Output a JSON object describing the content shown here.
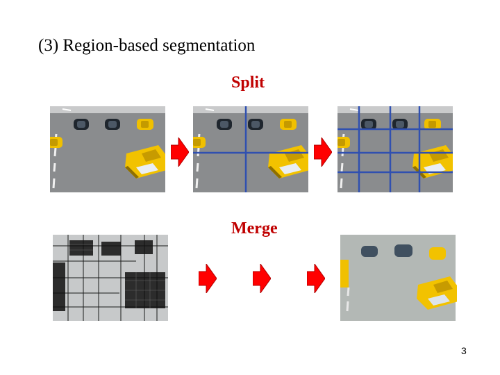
{
  "slide": {
    "title": "(3) Region-based segmentation",
    "split_label": "Split",
    "merge_label": "Merge",
    "page_number": "3"
  },
  "colors": {
    "label": "#c00000",
    "arrow": "#ff0000",
    "grid": "#3050b0",
    "road": "#8a8c8e",
    "taxi": "#f2c200"
  }
}
